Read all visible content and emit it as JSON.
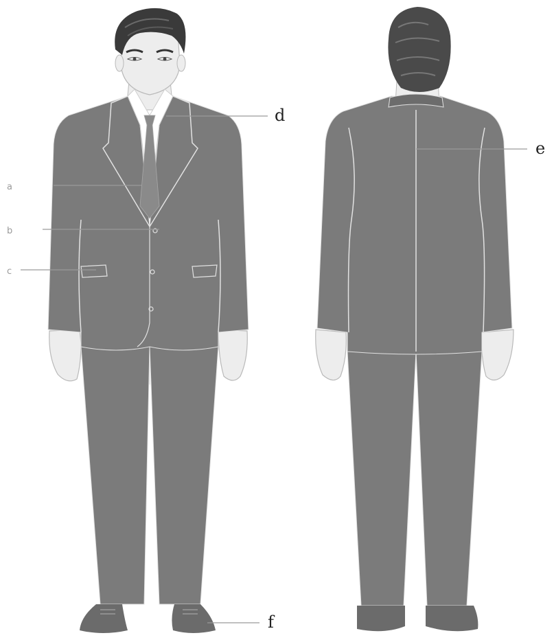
{
  "figure": {
    "labels": {
      "a": "a",
      "b": "b",
      "c": "c",
      "d": "d",
      "e": "e",
      "f": "f"
    },
    "colors": {
      "suit": "#7b7b7b",
      "suit_dark": "#6c6c6c",
      "seam": "#e2e2e2",
      "skin": "#ededed",
      "skin_outline": "#b9b9b9",
      "shirt": "#ffffff",
      "tie": "#8a8a8a",
      "hair": "#3a3a3a",
      "hair_back": "#4a4a4a",
      "shoe": "#6b6b6b",
      "leader_line": "#9a9a9a",
      "label_dark": "#222222",
      "label_light": "#9a9a9a"
    }
  }
}
